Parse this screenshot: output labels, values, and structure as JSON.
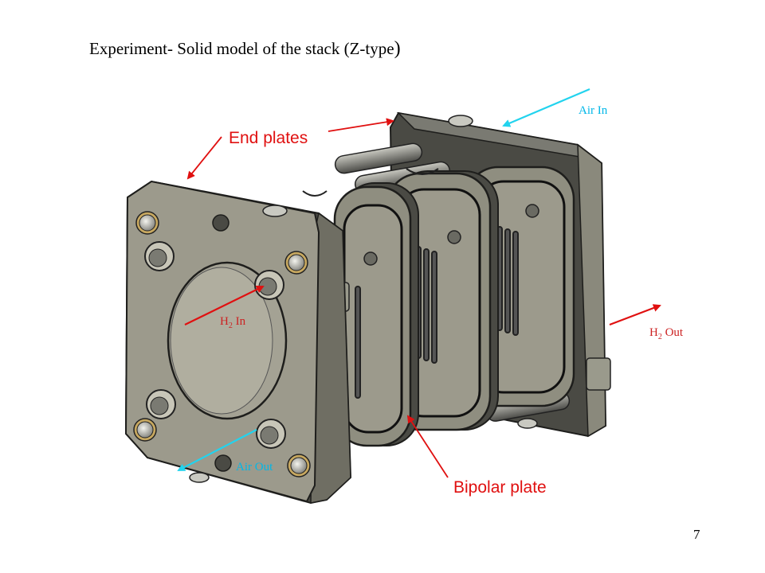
{
  "slide": {
    "title": "Experiment-  Solid model of the stack (Z-type",
    "title_close": ")",
    "page_number": "7"
  },
  "labels": {
    "end_plates": "End plates",
    "bipolar_plate": "Bipolar plate",
    "air_in": "Air In",
    "air_out": "Air Out",
    "h2_in_main": "H",
    "h2_in_sub": "2",
    "h2_in_rest": " In",
    "h2_out_main": "H",
    "h2_out_sub": "2",
    "h2_out_rest": " Out"
  },
  "colors": {
    "red_arrow": "#e01010",
    "cyan_arrow": "#22d3ee",
    "plate_face": "#9c9a8c",
    "plate_edge": "#4a4a44",
    "plate_dark": "#2b2b28",
    "air_label": "#00b7e8",
    "h2_label": "#cc2222"
  }
}
